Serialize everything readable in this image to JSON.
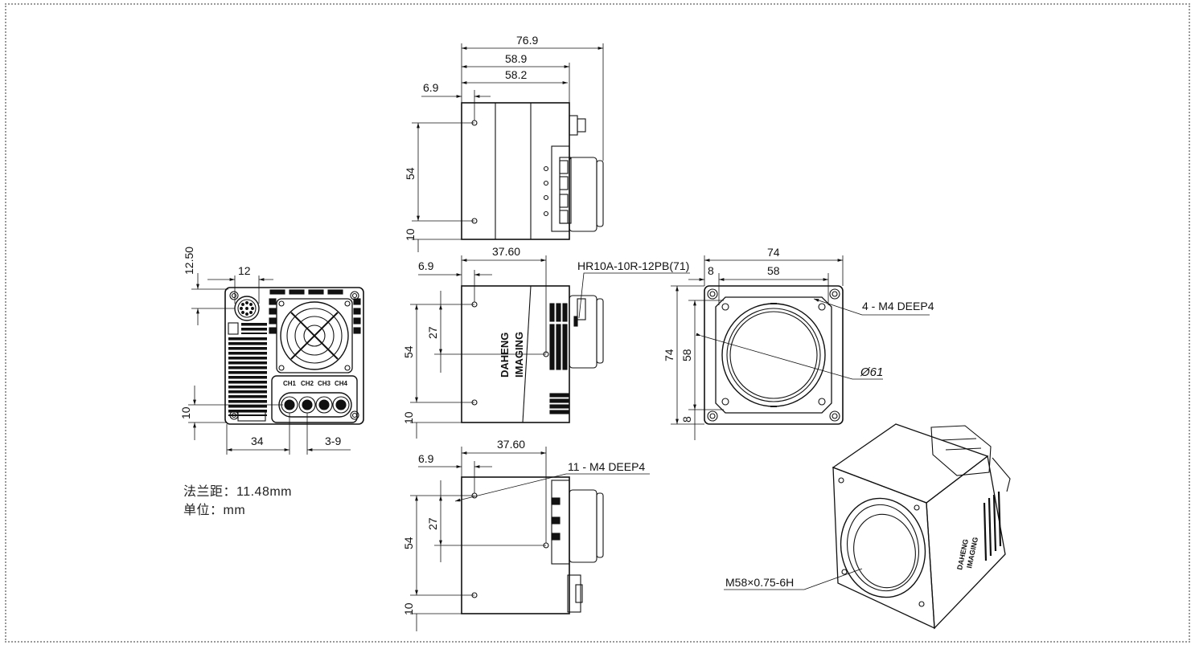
{
  "notes": {
    "flange_distance": "法兰距：11.48mm",
    "unit": "单位：mm"
  },
  "brand": {
    "line1": "DAHENG",
    "line2": "IMAGING"
  },
  "back_view": {
    "channels": [
      "CH1",
      "CH2",
      "CH3",
      "CH4"
    ],
    "dims": {
      "d12_50": "12.50",
      "d12": "12",
      "d10": "10",
      "d34": "34",
      "d3_9": "3-9"
    }
  },
  "top_view": {
    "dims": {
      "d76_9": "76.9",
      "d58_9": "58.9",
      "d58_2": "58.2",
      "d6_9": "6.9",
      "d54": "54",
      "d10": "10"
    }
  },
  "side_view": {
    "dims": {
      "d37_60": "37.60",
      "d6_9": "6.9",
      "d27": "27",
      "d54": "54",
      "d10": "10"
    },
    "connector_label": "HR10A-10R-12PB(71)"
  },
  "bottom_view": {
    "dims": {
      "d37_60": "37.60",
      "d6_9": "6.9",
      "d27": "27",
      "d54": "54",
      "d10": "10"
    },
    "hole_label": "11 - M4 DEEP4"
  },
  "front_view": {
    "dims": {
      "d74_w": "74",
      "d58_w": "58",
      "d8_w": "8",
      "d74_h": "74",
      "d58_h": "58",
      "d8_h": "8"
    },
    "hole_label": "4 - M4 DEEP4",
    "diameter_label": "Ø61"
  },
  "iso_view": {
    "thread_label": "M58×0.75-6H"
  }
}
